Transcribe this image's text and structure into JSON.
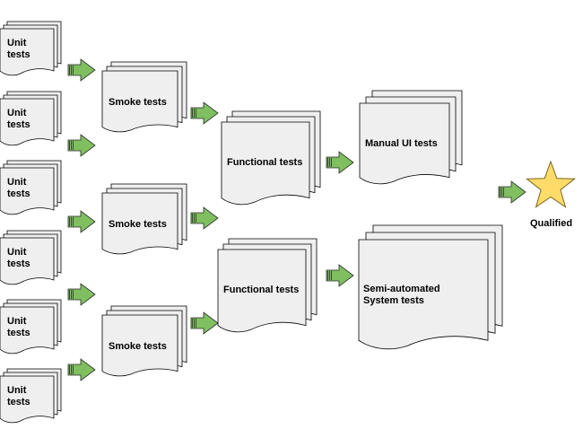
{
  "colors": {
    "doc_fill": "#efefef",
    "doc_stroke": "#000000",
    "arrow_fill": "#7fbf5f",
    "arrow_stroke": "#2a2a2a",
    "star_fill": "#ffdc6a",
    "star_stroke": "#7a6420"
  },
  "unit_tests": [
    "Unit\ntests",
    "Unit\ntests",
    "Unit\ntests",
    "Unit\ntests",
    "Unit\ntests",
    "Unit\ntests"
  ],
  "smoke_tests": [
    "Smoke tests",
    "Smoke tests",
    "Smoke tests"
  ],
  "functional_tests": [
    "Functional tests",
    "Functional tests"
  ],
  "manual_ui_tests": "Manual UI tests",
  "system_tests": "Semi-automated\nSystem tests",
  "qualified": "Qualified"
}
